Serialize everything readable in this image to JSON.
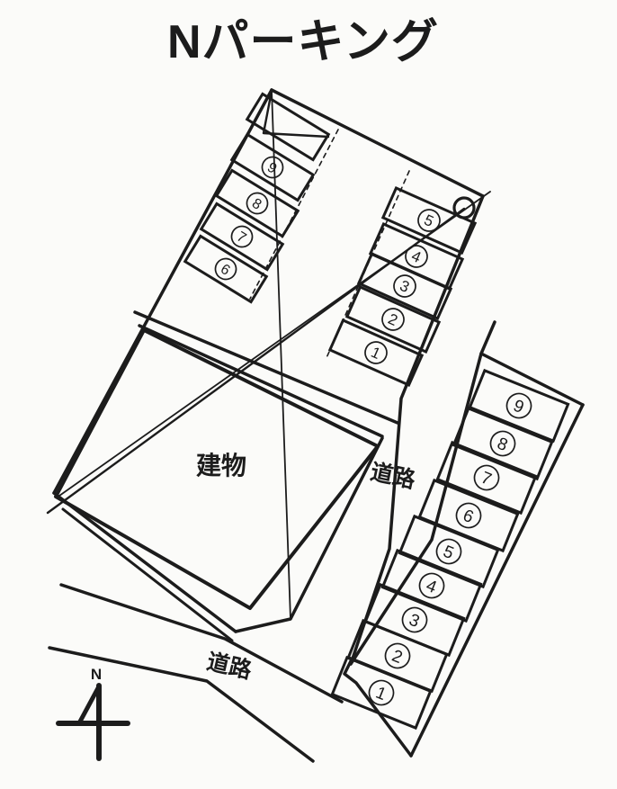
{
  "title": "Nパーキング",
  "compass": {
    "label": "N"
  },
  "labels": {
    "building": "建物",
    "road_right": "道路",
    "road_bottom": "道路"
  },
  "lots": {
    "upper_left_row": {
      "spots": [
        "6",
        "7",
        "8",
        "9"
      ]
    },
    "upper_right_row": {
      "spots": [
        "1",
        "2",
        "3",
        "4",
        "5"
      ]
    },
    "east_column": {
      "spots": [
        "1",
        "2",
        "3",
        "4",
        "5",
        "6",
        "7",
        "8",
        "9"
      ]
    }
  },
  "colors": {
    "ink": "#1c1c1c",
    "paper": "#fbfbf9"
  }
}
